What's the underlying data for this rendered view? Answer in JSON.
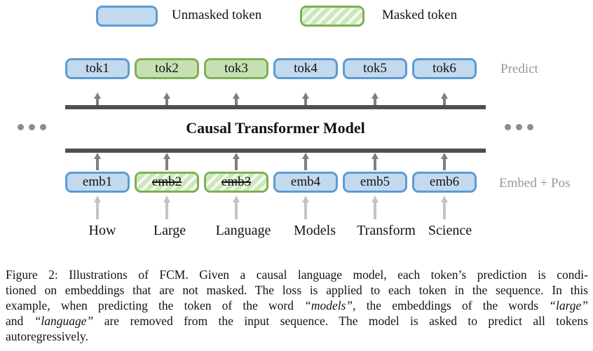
{
  "legend": {
    "unmasked_label": "Unmasked token",
    "masked_label": "Masked token"
  },
  "diagram": {
    "model_label": "Causal Transformer Model",
    "predict_label": "Predict",
    "embed_pos_label": "Embed + Pos",
    "tokens": [
      {
        "label": "tok1",
        "masked": false
      },
      {
        "label": "tok2",
        "masked": true
      },
      {
        "label": "tok3",
        "masked": true
      },
      {
        "label": "tok4",
        "masked": false
      },
      {
        "label": "tok5",
        "masked": false
      },
      {
        "label": "tok6",
        "masked": false
      }
    ],
    "embeddings": [
      {
        "label": "emb1",
        "masked": false
      },
      {
        "label": "emb2",
        "masked": true
      },
      {
        "label": "emb3",
        "masked": true
      },
      {
        "label": "emb4",
        "masked": false
      },
      {
        "label": "emb5",
        "masked": false
      },
      {
        "label": "emb6",
        "masked": false
      }
    ],
    "input_words": [
      "How",
      "Large",
      "Language",
      "Models",
      "Transform",
      "Science"
    ]
  },
  "colors": {
    "unmasked_fill": "#C3D9EE",
    "unmasked_border": "#5B9BD5",
    "masked_fill": "#C6E0B4",
    "masked_border": "#7CB153",
    "bar": "#4F4F4F",
    "arrow": "#7F7F7F",
    "light_arrow": "#C4C4C4",
    "side_label": "#97999E"
  },
  "caption": {
    "line1": "Figure 2: Illustrations of FCM. Given a causal language model, each token’s prediction is condi-",
    "line2": "tioned on embeddings that are not masked. The loss is applied to each token in the sequence. In this",
    "line3_a": "example, when predicting the token of the word ",
    "line3_it1": "“models”",
    "line3_b": ", the embeddings of the words ",
    "line3_it2": "“large”",
    "line4_a": "and ",
    "line4_it": "“language”",
    "line4_b": " are removed from the input sequence. The model is asked to predict all tokens",
    "line5": "autoregressively."
  }
}
